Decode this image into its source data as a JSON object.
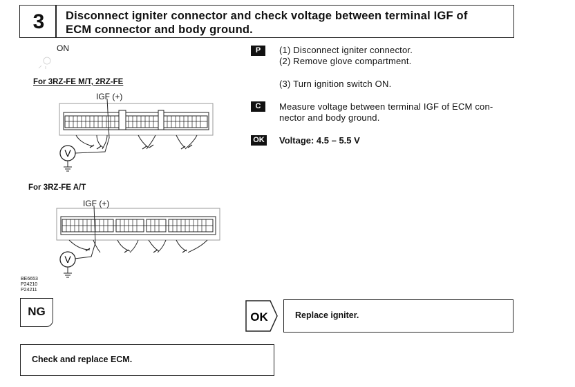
{
  "step": {
    "number": "3",
    "title_line1": "Disconnect igniter connector and check voltage between terminal IGF of",
    "title_line2": "ECM connector and body ground."
  },
  "figure": {
    "on_label": "ON",
    "variant1": "For 3RZ-FE M/T, 2RZ-FE",
    "igf_label1": "IGF (+)",
    "variant2": "For 3RZ-FE A/T",
    "igf_label2": "IGF (+)",
    "meter_symbol": "V",
    "codes": [
      "BE6653",
      "P24210",
      "P24211"
    ]
  },
  "instructions": {
    "prep_badge": "P",
    "prep_step1": "(1) Disconnect igniter connector.",
    "prep_step2": "(2) Remove glove compartment.",
    "prep_step3": "(3) Turn ignition switch ON.",
    "check_badge": "C",
    "check_line1": "Measure voltage between terminal IGF of ECM con-",
    "check_line2": "nector and body ground.",
    "ok_badge": "OK",
    "voltage_text": "Voltage:  4.5 – 5.5 V"
  },
  "results": {
    "ng_label": "NG",
    "ng_action": "Check and replace ECM.",
    "ok_label": "OK",
    "ok_action": "Replace igniter."
  }
}
